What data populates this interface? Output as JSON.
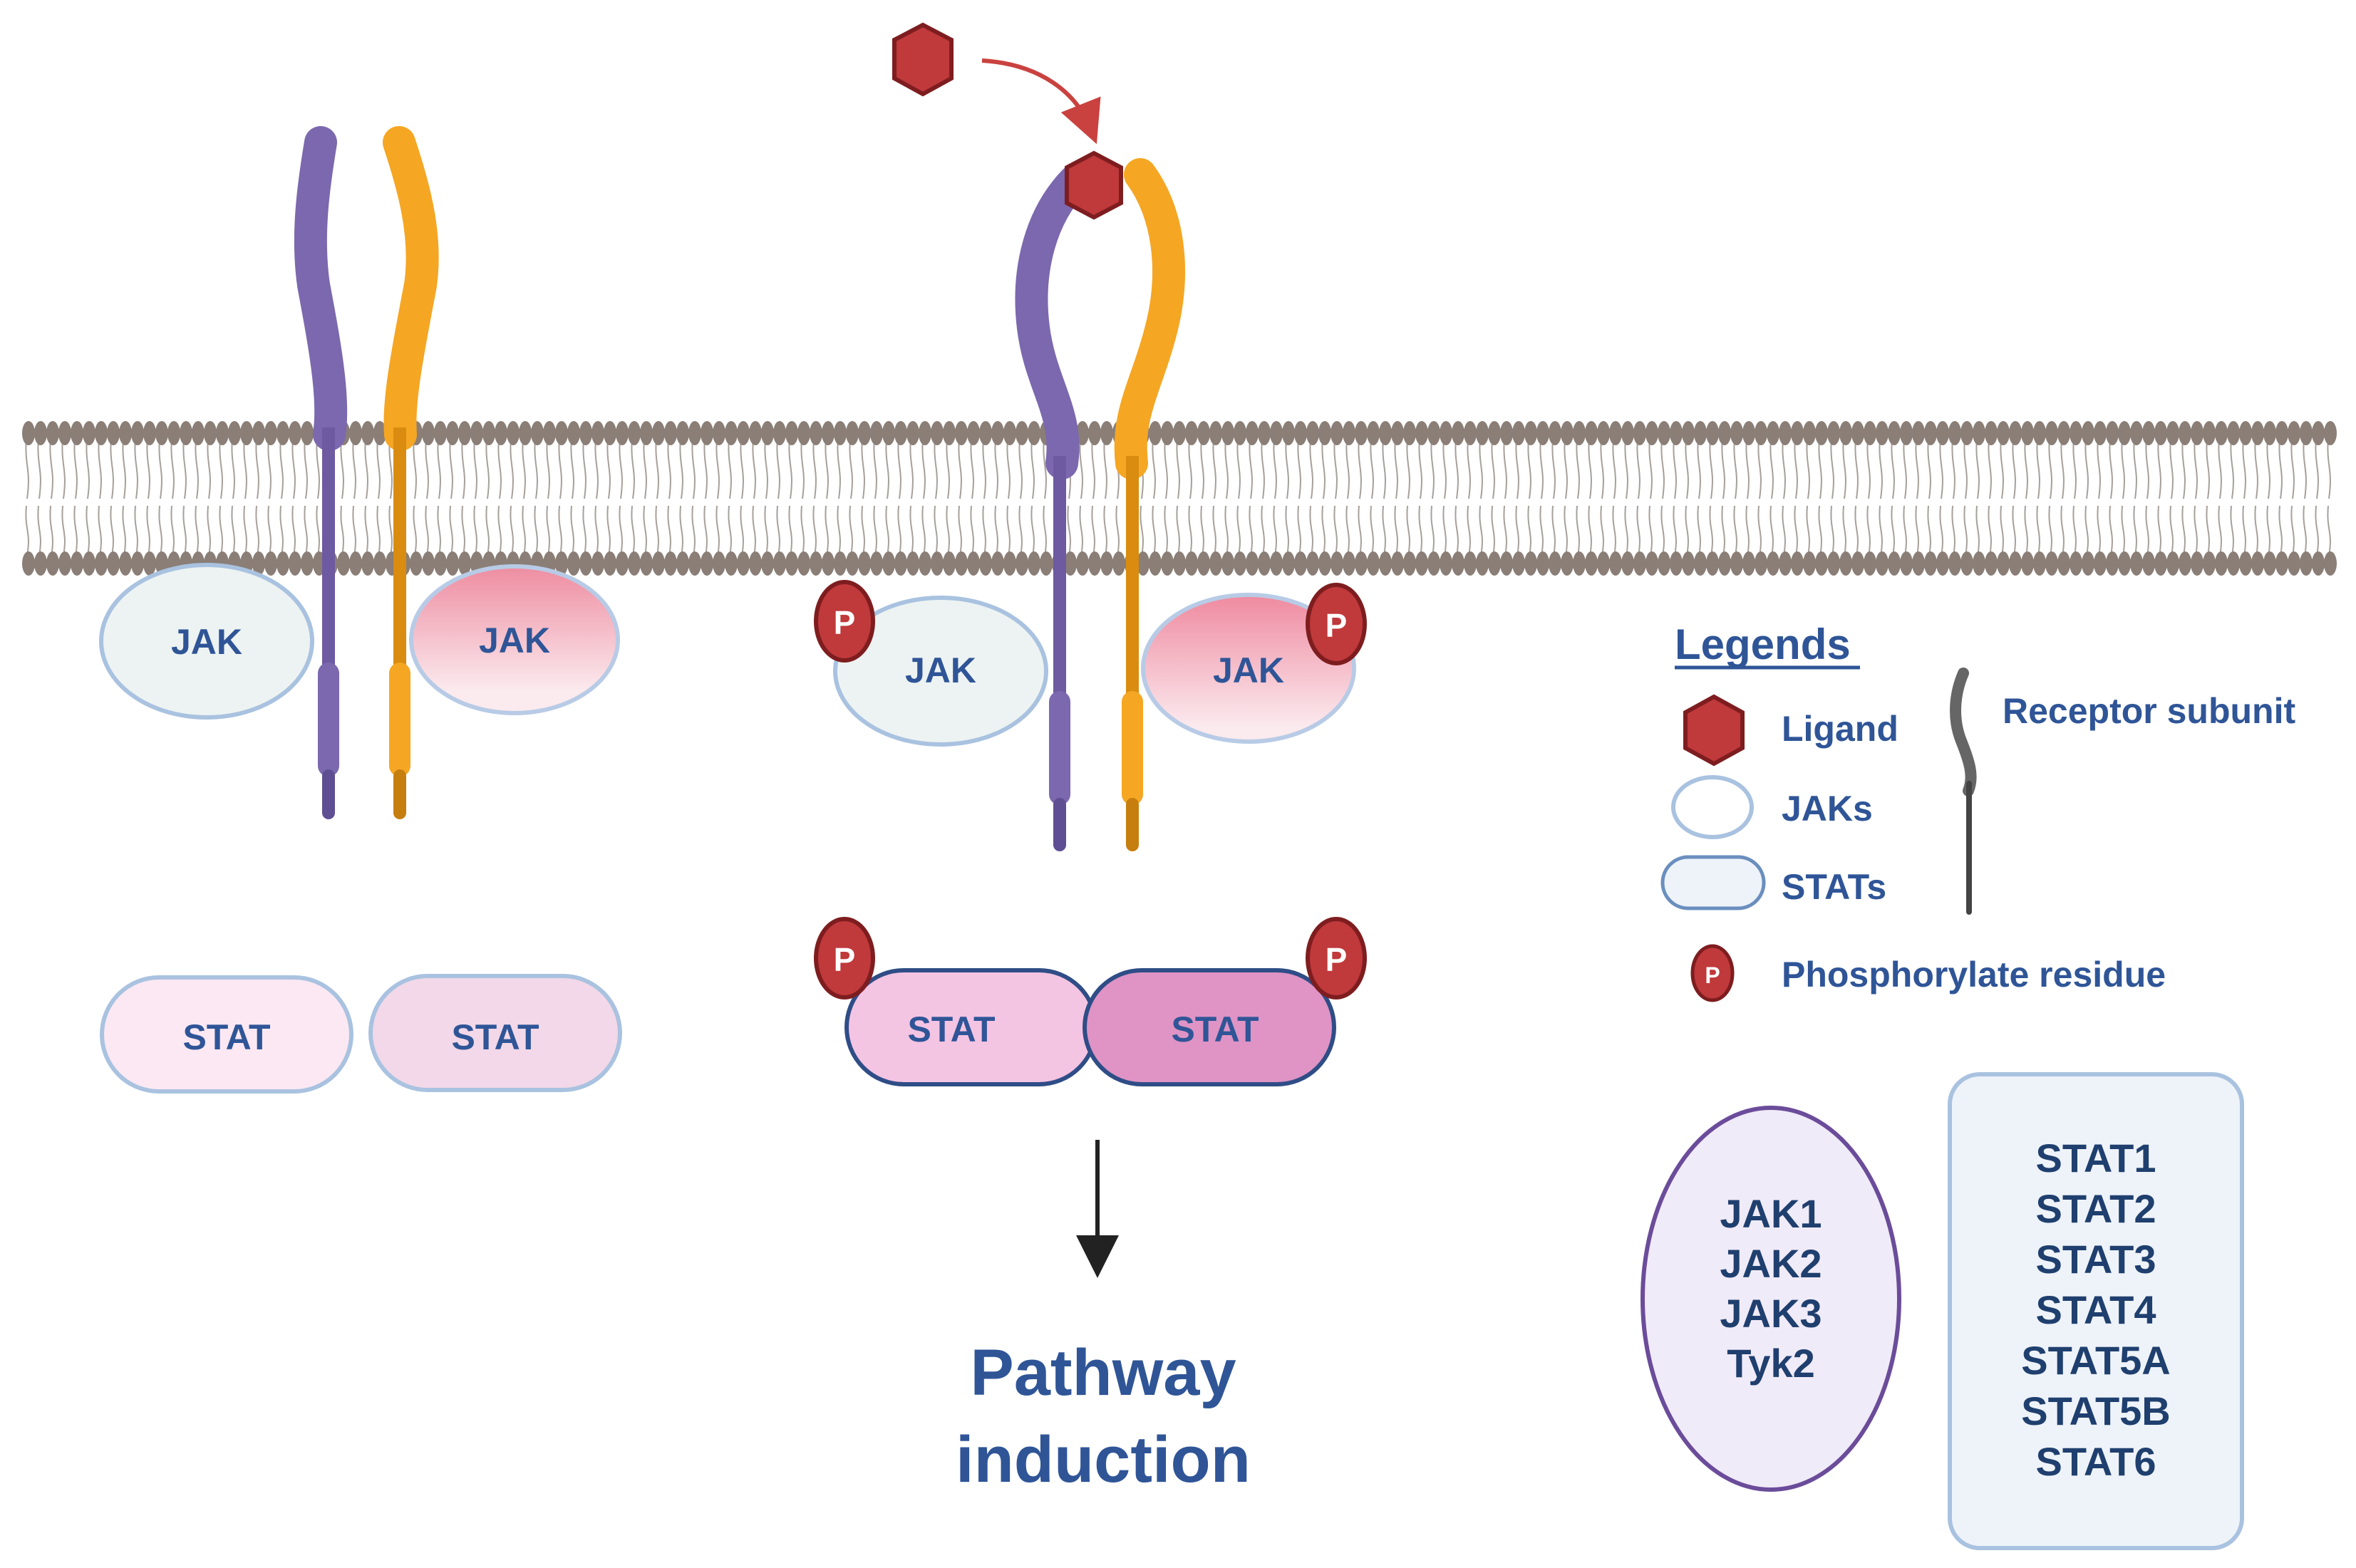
{
  "left_complex": {
    "jak_left": "JAK",
    "jak_right": "JAK",
    "stat_left": "STAT",
    "stat_right": "STAT"
  },
  "right_complex": {
    "jak_left": "JAK",
    "jak_right": "JAK",
    "stat_left": "STAT",
    "stat_right": "STAT",
    "phospho_label": "P"
  },
  "outcome": {
    "line1": "Pathway",
    "line2": "induction"
  },
  "legend": {
    "title": "Legends",
    "ligand": "Ligand",
    "jaks": "JAKs",
    "stats": "STATs",
    "phospho": "Phosphorylate residue",
    "receptor": "Receptor subunit",
    "phospho_symbol": "P"
  },
  "jak_list": [
    "JAK1",
    "JAK2",
    "JAK3",
    "Tyk2"
  ],
  "stat_list": [
    "STAT1",
    "STAT2",
    "STAT3",
    "STAT4",
    "STAT5A",
    "STAT5B",
    "STAT6"
  ],
  "colors": {
    "text_blue": "#2f5597",
    "purple_receptor": "#7b68ae",
    "orange_receptor": "#f5a623",
    "ligand_red": "#c0393b",
    "membrane_head": "#8a7e76",
    "jak_border": "#a9c2e0",
    "stat_border": "#6a8fbf"
  }
}
